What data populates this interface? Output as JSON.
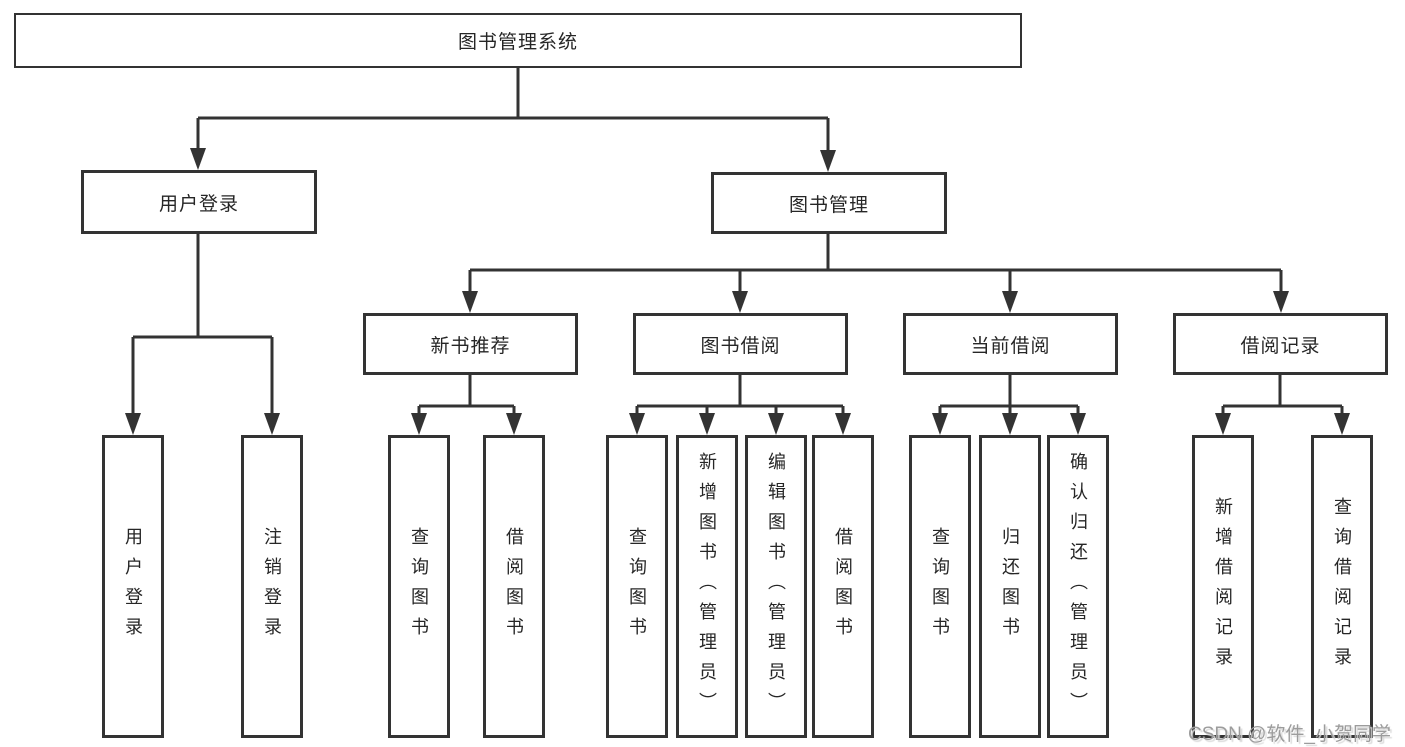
{
  "diagram": {
    "title": "图书管理系统",
    "root": {
      "label": "图书管理系统"
    },
    "level2": [
      {
        "label": "用户登录"
      },
      {
        "label": "图书管理"
      }
    ],
    "level3": [
      {
        "label": "新书推荐"
      },
      {
        "label": "图书借阅"
      },
      {
        "label": "当前借阅"
      },
      {
        "label": "借阅记录"
      }
    ],
    "leaves": {
      "user_login": [
        "用户登录",
        "注销登录"
      ],
      "new_books": [
        "查询图书",
        "借阅图书"
      ],
      "book_borrow": [
        "查询图书",
        "新增图书（管理员）",
        "编辑图书（管理员）",
        "借阅图书"
      ],
      "current_borrow": [
        "查询图书",
        "归还图书",
        "确认归还（管理员）"
      ],
      "borrow_records": [
        "新增借阅记录",
        "查询借阅记录"
      ]
    }
  },
  "watermark": "CSDN @软件_小贺同学",
  "colors": {
    "line": "#333333",
    "box_border": "#333333",
    "text": "#262626",
    "watermark": "#9c9c9c",
    "background": "#ffffff"
  }
}
